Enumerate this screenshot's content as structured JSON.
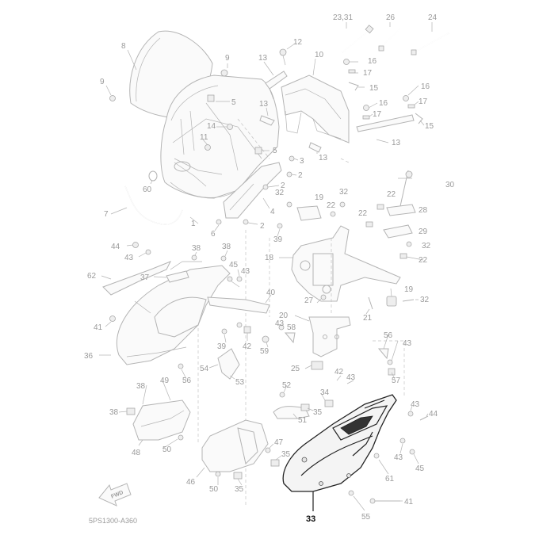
{
  "diagram": {
    "code": "5PS1300-A360",
    "fwd_text": "FWD",
    "highlight_color": "#111111",
    "line_color": "#b4b4b4",
    "labels": [
      {
        "id": "l-23-31",
        "text": "23,31"
      },
      {
        "id": "l-26",
        "text": "26"
      },
      {
        "id": "l-24",
        "text": "24"
      },
      {
        "id": "l-8",
        "text": "8"
      },
      {
        "id": "l-12",
        "text": "12"
      },
      {
        "id": "l-13a",
        "text": "13"
      },
      {
        "id": "l-10",
        "text": "10"
      },
      {
        "id": "l-16a",
        "text": "16"
      },
      {
        "id": "l-17a",
        "text": "17"
      },
      {
        "id": "l-9a",
        "text": "9"
      },
      {
        "id": "l-9b",
        "text": "9"
      },
      {
        "id": "l-15a",
        "text": "15"
      },
      {
        "id": "l-16b",
        "text": "16"
      },
      {
        "id": "l-17b",
        "text": "17"
      },
      {
        "id": "l-5a",
        "text": "5"
      },
      {
        "id": "l-13b",
        "text": "13"
      },
      {
        "id": "l-16c",
        "text": "16"
      },
      {
        "id": "l-17c",
        "text": "17"
      },
      {
        "id": "l-15b",
        "text": "15"
      },
      {
        "id": "l-14",
        "text": "14"
      },
      {
        "id": "l-11",
        "text": "11"
      },
      {
        "id": "l-13c",
        "text": "13"
      },
      {
        "id": "l-13d",
        "text": "13"
      },
      {
        "id": "l-5b",
        "text": "5"
      },
      {
        "id": "l-3",
        "text": "3"
      },
      {
        "id": "l-2a",
        "text": "2"
      },
      {
        "id": "l-30",
        "text": "30"
      },
      {
        "id": "l-60",
        "text": "60"
      },
      {
        "id": "l-2b",
        "text": "2"
      },
      {
        "id": "l-7",
        "text": "7"
      },
      {
        "id": "l-4",
        "text": "4"
      },
      {
        "id": "l-32a",
        "text": "32"
      },
      {
        "id": "l-19a",
        "text": "19"
      },
      {
        "id": "l-32b",
        "text": "32"
      },
      {
        "id": "l-22a",
        "text": "22"
      },
      {
        "id": "l-22b",
        "text": "22"
      },
      {
        "id": "l-28",
        "text": "28"
      },
      {
        "id": "l-22c",
        "text": "22"
      },
      {
        "id": "l-1",
        "text": "1"
      },
      {
        "id": "l-6",
        "text": "6"
      },
      {
        "id": "l-2c",
        "text": "2"
      },
      {
        "id": "l-39a",
        "text": "39"
      },
      {
        "id": "l-29",
        "text": "29"
      },
      {
        "id": "l-44a",
        "text": "44"
      },
      {
        "id": "l-38a",
        "text": "38"
      },
      {
        "id": "l-38b",
        "text": "38"
      },
      {
        "id": "l-32c",
        "text": "32"
      },
      {
        "id": "l-43a",
        "text": "43"
      },
      {
        "id": "l-18",
        "text": "18"
      },
      {
        "id": "l-22d",
        "text": "22"
      },
      {
        "id": "l-45a",
        "text": "45"
      },
      {
        "id": "l-62",
        "text": "62"
      },
      {
        "id": "l-37",
        "text": "37"
      },
      {
        "id": "l-43b",
        "text": "43"
      },
      {
        "id": "l-40",
        "text": "40"
      },
      {
        "id": "l-19b",
        "text": "19"
      },
      {
        "id": "l-27",
        "text": "27"
      },
      {
        "id": "l-32d",
        "text": "32"
      },
      {
        "id": "l-21",
        "text": "21"
      },
      {
        "id": "l-20",
        "text": "20"
      },
      {
        "id": "l-41a",
        "text": "41"
      },
      {
        "id": "l-43c",
        "text": "43"
      },
      {
        "id": "l-58",
        "text": "58"
      },
      {
        "id": "l-56a",
        "text": "56"
      },
      {
        "id": "l-43d",
        "text": "43"
      },
      {
        "id": "l-39b",
        "text": "39"
      },
      {
        "id": "l-42a",
        "text": "42"
      },
      {
        "id": "l-59",
        "text": "59"
      },
      {
        "id": "l-36",
        "text": "36"
      },
      {
        "id": "l-54",
        "text": "54"
      },
      {
        "id": "l-25",
        "text": "25"
      },
      {
        "id": "l-56b",
        "text": "56"
      },
      {
        "id": "l-53",
        "text": "53"
      },
      {
        "id": "l-42b",
        "text": "42"
      },
      {
        "id": "l-43e",
        "text": "43"
      },
      {
        "id": "l-57",
        "text": "57"
      },
      {
        "id": "l-38c",
        "text": "38"
      },
      {
        "id": "l-49",
        "text": "49"
      },
      {
        "id": "l-52",
        "text": "52"
      },
      {
        "id": "l-34",
        "text": "34"
      },
      {
        "id": "l-35a",
        "text": "35"
      },
      {
        "id": "l-51",
        "text": "51"
      },
      {
        "id": "l-38d",
        "text": "38"
      },
      {
        "id": "l-43f",
        "text": "43"
      },
      {
        "id": "l-44b",
        "text": "44"
      },
      {
        "id": "l-50a",
        "text": "50"
      },
      {
        "id": "l-47",
        "text": "47"
      },
      {
        "id": "l-48",
        "text": "48"
      },
      {
        "id": "l-35b",
        "text": "35"
      },
      {
        "id": "l-43g",
        "text": "43"
      },
      {
        "id": "l-45b",
        "text": "45"
      },
      {
        "id": "l-46",
        "text": "46"
      },
      {
        "id": "l-35c",
        "text": "35"
      },
      {
        "id": "l-61",
        "text": "61"
      },
      {
        "id": "l-50b",
        "text": "50"
      },
      {
        "id": "l-41b",
        "text": "41"
      },
      {
        "id": "l-33",
        "text": "33",
        "highlight": true
      },
      {
        "id": "l-55",
        "text": "55"
      }
    ]
  }
}
